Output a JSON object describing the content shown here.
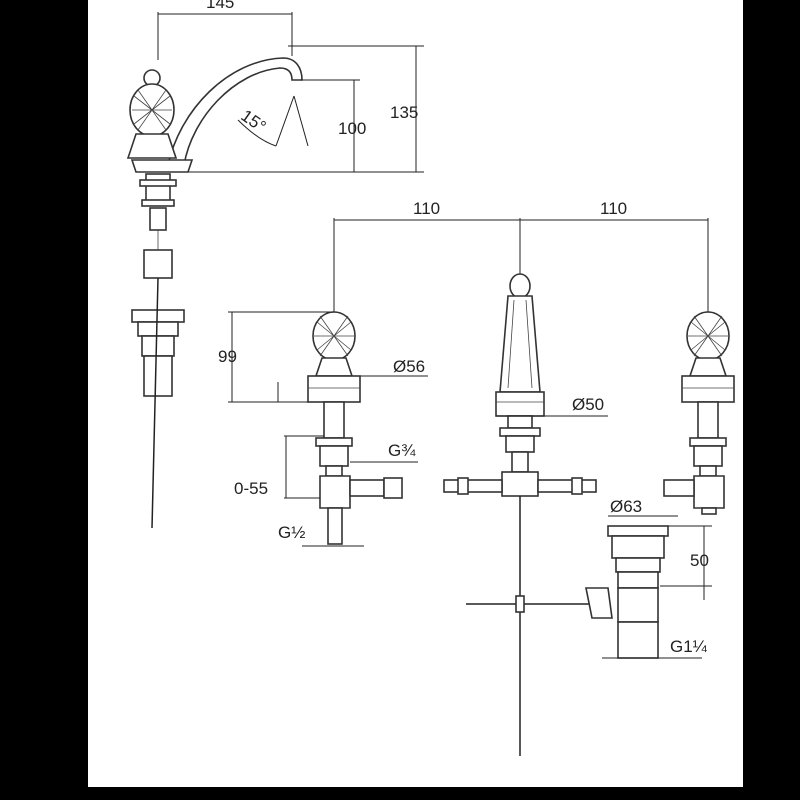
{
  "colors": {
    "frame": "#000000",
    "sheet": "#ffffff",
    "line": "#222222"
  },
  "dimensions": {
    "spout_reach": "145",
    "overall_height": "135",
    "spout_height": "100",
    "spout_angle": "15°",
    "handle_spacing_left": "110",
    "handle_spacing_right": "110",
    "handle_height": "99",
    "handle_base_diameter": "Ø56",
    "spout_base_diameter": "Ø50",
    "inlet_thread": "G¾",
    "deck_thickness": "0-55",
    "outlet_thread": "G½",
    "drain_diameter": "Ø63",
    "drain_height": "50",
    "drain_thread": "G1¼"
  }
}
